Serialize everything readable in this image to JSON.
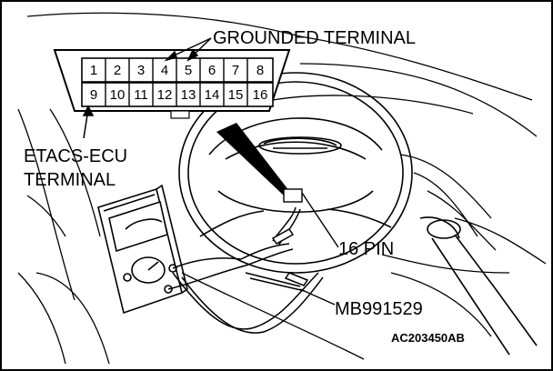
{
  "diagram": {
    "connector": {
      "top_row": [
        "1",
        "2",
        "3",
        "4",
        "5",
        "6",
        "7",
        "8"
      ],
      "bottom_row": [
        "9",
        "10",
        "11",
        "12",
        "13",
        "14",
        "15",
        "16"
      ]
    },
    "labels": {
      "grounded_terminal": "GROUNDED TERMINAL",
      "etacs_line1": "ETACS-ECU",
      "etacs_line2": "TERMINAL",
      "pin_count": "16 PIN",
      "tool_code": "MB991529",
      "figure_code": "AC203450AB"
    }
  }
}
